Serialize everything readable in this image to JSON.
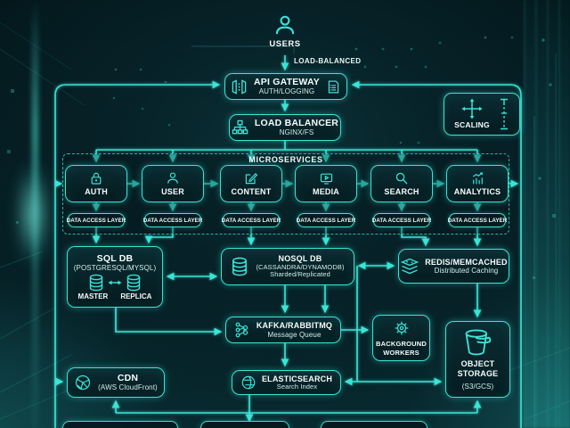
{
  "colors": {
    "accent": "#3ae4d6",
    "background": "#03161a",
    "node_fill": "#07262b",
    "title_text": "#f6fdfc",
    "subtitle_text": "#cfeeea"
  },
  "users": {
    "label": "USERS",
    "icon": "user-icon"
  },
  "flow_label": "LOAD-BALANCED",
  "api_gateway": {
    "title": "API GATEWAY",
    "subtitle": "AUTH/LOGGING",
    "left_icon": "gateway-icon",
    "right_icon": "log-document-icon"
  },
  "load_balancer": {
    "title": "LOAD BALANCER",
    "subtitle": "NGINX/FS",
    "icon": "network-tree-icon"
  },
  "scaling": {
    "label": "SCALING",
    "icons": [
      "move-arrows-icon",
      "vertical-ruler-icon"
    ]
  },
  "microservices": {
    "label": "MICROSERVICES",
    "dal_label": "DATA ACCESS LAYER",
    "services": [
      {
        "label": "AUTH",
        "icon": "lock-icon"
      },
      {
        "label": "USER",
        "icon": "user-icon"
      },
      {
        "label": "CONTENT",
        "icon": "edit-icon"
      },
      {
        "label": "MEDIA",
        "icon": "media-player-icon"
      },
      {
        "label": "SEARCH",
        "icon": "search-icon"
      },
      {
        "label": "ANALYTICS",
        "icon": "analytics-icon"
      }
    ]
  },
  "sql_db": {
    "title": "SQL DB",
    "subtitle": "(POSTGRESQL/MYSQL)",
    "primary_label": "MASTER",
    "replica_label": "REPLICA",
    "icon": "database-icon"
  },
  "nosql_db": {
    "title": "NOSQL DB",
    "subtitle": "(CASSANDRA/DYNAMODB)",
    "note": "Sharded/Replicated",
    "icon": "database-icon"
  },
  "cache": {
    "title": "REDIS/MEMCACHED",
    "subtitle": "Distributed Caching",
    "icon": "cache-layers-icon"
  },
  "queue": {
    "title": "KAFKA/RABBITMQ",
    "subtitle": "Message Queue",
    "icon": "node-graph-icon"
  },
  "workers": {
    "title": "BACKGROUND WORKERS",
    "icon": "gear-icon"
  },
  "cdn": {
    "title": "CDN",
    "subtitle": "(AWS CloudFront)",
    "icon": "globe-icon"
  },
  "search_index": {
    "title": "ELASTICSEARCH",
    "subtitle": "Search Index",
    "icon": "elastic-icon"
  },
  "object_storage": {
    "title": "OBJECT STORAGE",
    "subtitle": "(S3/GCS)",
    "icon": "bucket-icon"
  }
}
